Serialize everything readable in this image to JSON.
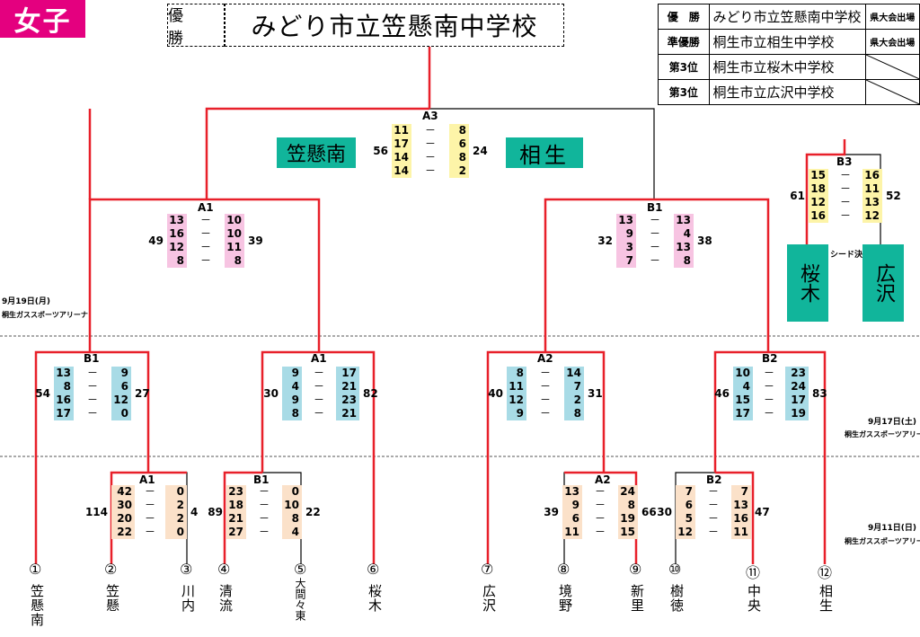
{
  "header": {
    "category": "女子",
    "champion_label": "優　勝",
    "champion_name": "みどり市立笠懸南中学校"
  },
  "standings": [
    {
      "rank": "優　勝",
      "school": "みどり市立笠懸南中学校",
      "note": "県大会出場"
    },
    {
      "rank": "準優勝",
      "school": "桐生市立相生中学校",
      "note": "県大会出場"
    },
    {
      "rank": "第3位",
      "school": "桐生市立桜木中学校",
      "note": ""
    },
    {
      "rank": "第3位",
      "school": "桐生市立広沢中学校",
      "note": ""
    }
  ],
  "colors": {
    "accent_badge": "#e4007f",
    "winner_line": "#e8202a",
    "team_tag": "#11b59b",
    "r1_scores": "#fbe1c9",
    "r2_scores": "#a8dbe6",
    "r3_scores": "#f7c4e2",
    "final_scores": "#fdf4a8"
  },
  "schools": [
    {
      "num": "①",
      "name": "笠懸南"
    },
    {
      "num": "②",
      "name": "笠懸"
    },
    {
      "num": "③",
      "name": "川内"
    },
    {
      "num": "④",
      "name": "清流"
    },
    {
      "num": "⑤",
      "name": "大間々東"
    },
    {
      "num": "⑥",
      "name": "桜木"
    },
    {
      "num": "⑦",
      "name": "広沢"
    },
    {
      "num": "⑧",
      "name": "境野"
    },
    {
      "num": "⑨",
      "name": "新里"
    },
    {
      "num": "⑩",
      "name": "樹徳"
    },
    {
      "num": "⑪",
      "name": "中央"
    },
    {
      "num": "⑫",
      "name": "相生"
    }
  ],
  "matches": {
    "r1_a1": {
      "label": "A1",
      "left_sets": [
        "42",
        "30",
        "20",
        "22"
      ],
      "right_sets": [
        "0",
        "2",
        "2",
        "0"
      ],
      "left_total": "114",
      "right_total": "4"
    },
    "r1_b1": {
      "label": "B1",
      "left_sets": [
        "23",
        "18",
        "21",
        "27"
      ],
      "right_sets": [
        "0",
        "10",
        "8",
        "4"
      ],
      "left_total": "89",
      "right_total": "22"
    },
    "r1_a2": {
      "label": "A2",
      "left_sets": [
        "13",
        "9",
        "6",
        "11"
      ],
      "right_sets": [
        "24",
        "8",
        "19",
        "15"
      ],
      "left_total": "39",
      "right_total": "66"
    },
    "r1_b2": {
      "label": "B2",
      "left_sets": [
        "7",
        "6",
        "5",
        "12"
      ],
      "right_sets": [
        "7",
        "13",
        "16",
        "11"
      ],
      "left_total": "30",
      "right_total": "47"
    },
    "r2_b1": {
      "label": "B1",
      "left_sets": [
        "13",
        "8",
        "16",
        "17"
      ],
      "right_sets": [
        "9",
        "6",
        "12",
        "0"
      ],
      "left_total": "54",
      "right_total": "27"
    },
    "r2_a1": {
      "label": "A1",
      "left_sets": [
        "9",
        "4",
        "9",
        "8"
      ],
      "right_sets": [
        "17",
        "21",
        "23",
        "21"
      ],
      "left_total": "30",
      "right_total": "82"
    },
    "r2_a2": {
      "label": "A2",
      "left_sets": [
        "8",
        "11",
        "12",
        "9"
      ],
      "right_sets": [
        "14",
        "7",
        "2",
        "8"
      ],
      "left_total": "40",
      "right_total": "31"
    },
    "r2_b2": {
      "label": "B2",
      "left_sets": [
        "10",
        "4",
        "15",
        "17"
      ],
      "right_sets": [
        "23",
        "24",
        "17",
        "19"
      ],
      "left_total": "46",
      "right_total": "83"
    },
    "r3_a1": {
      "label": "A1",
      "left_sets": [
        "13",
        "16",
        "12",
        "8"
      ],
      "right_sets": [
        "10",
        "10",
        "11",
        "8"
      ],
      "left_total": "49",
      "right_total": "39"
    },
    "r3_b1": {
      "label": "B1",
      "left_sets": [
        "13",
        "9",
        "3",
        "7"
      ],
      "right_sets": [
        "13",
        "4",
        "13",
        "8"
      ],
      "left_total": "32",
      "right_total": "38"
    },
    "final": {
      "label": "A3",
      "left_sets": [
        "11",
        "17",
        "14",
        "14"
      ],
      "right_sets": [
        "8",
        "6",
        "8",
        "2"
      ],
      "left_total": "56",
      "right_total": "24"
    },
    "b3": {
      "label": "B3",
      "left_sets": [
        "15",
        "18",
        "12",
        "16"
      ],
      "right_sets": [
        "16",
        "11",
        "13",
        "12"
      ],
      "left_total": "61",
      "right_total": "52"
    }
  },
  "dash": "－",
  "finalists": {
    "left": "笠懸南",
    "right": "相生"
  },
  "seed_match": {
    "label": "シード決",
    "left": "桜木",
    "right": "広沢"
  },
  "dates": {
    "d1": "9月19日(月)",
    "v1": "桐生ガススポーツアリーナ",
    "d2": "9月17日(土)",
    "v2": "桐生ガススポーツアリーナ",
    "d3": "9月11日(日)",
    "v3": "桐生ガススポーツアリーナ"
  }
}
